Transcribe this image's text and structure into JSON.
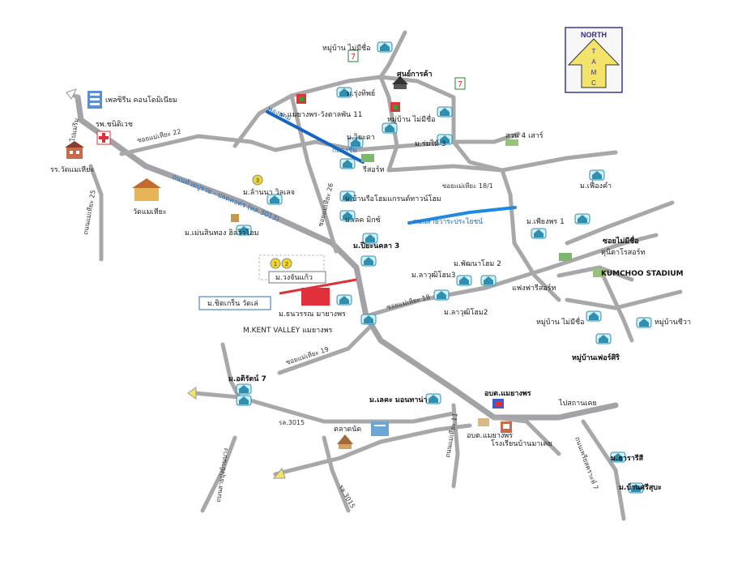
{
  "compass": {
    "north": "NORTH",
    "letters": [
      "T",
      "A",
      "M",
      "C"
    ]
  },
  "labels": {
    "village_mai_suea": "หมู่บ้าน ไม่มีชื่อ",
    "market": "ศูนย์การค้า",
    "m_rungthip": "ม.รุ่งทิพย์",
    "m_mueang_wangphan": "ม.แมยางพร-วังตาลพัน 11",
    "m_village_mai_suea2": "หมู่บ้าน ไม่มีชื่อ",
    "m_wiyada": "ม.วิยะดา",
    "m_romthai3": "ม.ร่มไม้ 3",
    "suan4": "สวน 4 เสาร์",
    "resort1": "รีสอร์ท",
    "cluster_fire": "กลองชัย",
    "pongtam": "พองตาม",
    "condo": "เพลซิรีน คอนโดมิเนียม",
    "hospital": "รพ.ชนิดิเวช",
    "soi22": "ซอยแม่เหียะ 22",
    "school": "รร.วัดแมเหียะ",
    "road_left": "ถนนแม่เหียะ 25",
    "road_to": "ไปแม่ริม",
    "temple": "วัดแมเหียะ",
    "m_lanna": "ม.ล้านนา วิลเลจ",
    "main_road": "ถนนห้วยปูราย - ปลดคอตร (ทล.3013)",
    "m_min": "ม.เม่นสินทอง ฮิลวิวโฮม",
    "soi_26": "ซอยแม่เหียะ 26",
    "m_bangkok": "ม.บ้านรือโฮมแกรนด์ทาวน์โฮม",
    "m_lakemind": "ม.เลค มิกซ์",
    "m_piyanakhan": "ม.ปิยะนคลา 3",
    "m_wong": "ม.วงจันแก้ว",
    "m_chiangrai": "ม.ชิตเกร็น วัดเล่",
    "m_chonsawan": "ม.ธนวรรณ มายางพร",
    "m_kent": "M.KENT VALLEY แมยางพร",
    "soi19": "ซอยแม่เหียะ 19",
    "soi18": "ซอยแม่เหียะ 18",
    "m_lakeview3": "ม.ลาวุฒิโฮม3",
    "m_lakeview2a": "ม.พัฒนาโฮม 2",
    "m_lakeview2b": "ม.ลาวุฒิโฮม2",
    "soi18_1": "ซอยแม่เหียะ 18/1",
    "blue_road2": "ถนนสายวาระประโยชน์",
    "m_phongkham": "ม.เฟื่องคำ",
    "m_pracha1": "ม.เพียงพร 1",
    "resort2": "แฟงฟารีสอร์ท",
    "soi_nomai": "ซอยไม่มีชื่อ",
    "kumchoo_resort": "คุนิตาโรสอร์ท",
    "kumchoo_stadium": "KUMCHOO STADIUM",
    "village_mai_suea3": "หมู่บ้าน ไม่มีชื่อ",
    "village_chiva": "หมู่บ้านชีวา",
    "village_phutsiri": "หมู่บ้านเฟอร์ศิริ",
    "m_atibodi": "ม.อติรัตน์ 7",
    "m_lakeamphon": "ม.เลคะ มอนทาน่า",
    "district_office": "อบต.แมยางพร",
    "to_road": "ไปสถานเคย",
    "road_kasorn": "ถนนสายปุ่งบ้านบาง",
    "r3015a": "รล.3015",
    "r3015b": "รล.3015",
    "market2": "ตลาดนัด",
    "road_mid": "ถนนแม่เหียะ 11",
    "district_small": "อบต.แมยางพร",
    "school2": "โรงเรียนบ้านมาเคย",
    "road_right": "ถนนเพรียสคราะห์ 7",
    "m_chathip": "ม.ธารารีสี",
    "m_banthai": "ม.บ้านศรีสุบะ",
    "marker1": "1",
    "marker2": "2",
    "marker3": "3"
  },
  "colors": {
    "road": "#a3a3a7",
    "highlight_blue": "#1565c0",
    "highlight_blue2": "#1e88e5",
    "arrow_yellow": "#f4e36b",
    "poi_teal": "#2e8fb0",
    "landmark_red": "#e0303a"
  }
}
